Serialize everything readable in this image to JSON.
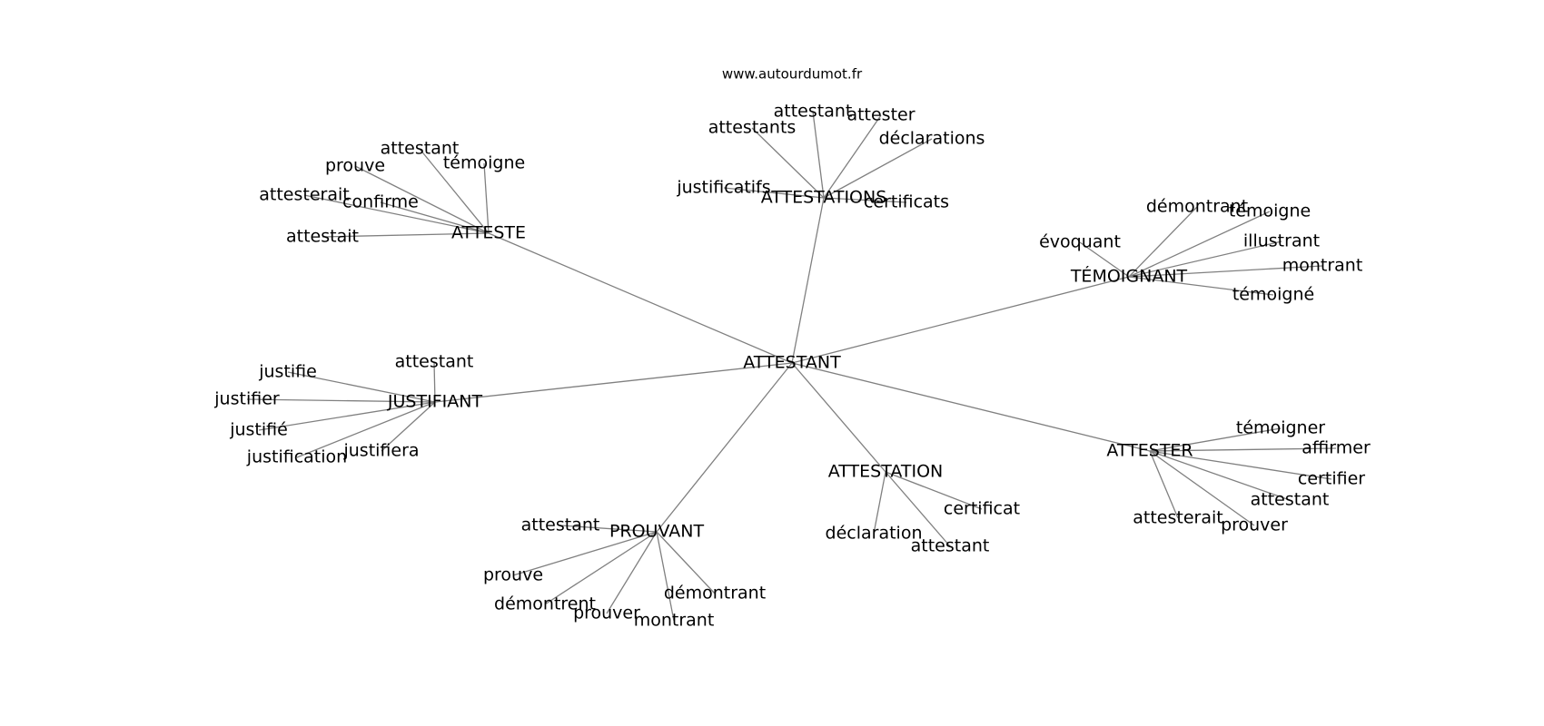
{
  "credit": "www.autourdumot.fr",
  "center": "ATTESTANT",
  "hubs": [
    {
      "id": "atteste",
      "label": "ATTESTE",
      "leaves": [
        "attestant",
        "prouve",
        "témoigne",
        "attesterait",
        "confirme",
        "attestait"
      ]
    },
    {
      "id": "attestations",
      "label": "ATTESTATIONS",
      "leaves": [
        "attestant",
        "attestants",
        "attester",
        "déclarations",
        "justificatifs",
        "certificats"
      ]
    },
    {
      "id": "temoignant",
      "label": "TÉMOIGNANT",
      "leaves": [
        "démontrant",
        "témoigne",
        "évoquant",
        "illustrant",
        "montrant",
        "témoigné"
      ]
    },
    {
      "id": "justifiant",
      "label": "JUSTIFIANT",
      "leaves": [
        "attestant",
        "justifie",
        "justifier",
        "justifié",
        "justification",
        "justifiera"
      ]
    },
    {
      "id": "attester",
      "label": "ATTESTER",
      "leaves": [
        "témoigner",
        "affirmer",
        "certifier",
        "attestant",
        "attesterait",
        "prouver"
      ]
    },
    {
      "id": "attestation",
      "label": "ATTESTATION",
      "leaves": [
        "certificat",
        "déclaration",
        "attestant"
      ]
    },
    {
      "id": "prouvant",
      "label": "PROUVANT",
      "leaves": [
        "attestant",
        "prouve",
        "démontrent",
        "prouver",
        "montrant",
        "démontrant"
      ]
    }
  ]
}
